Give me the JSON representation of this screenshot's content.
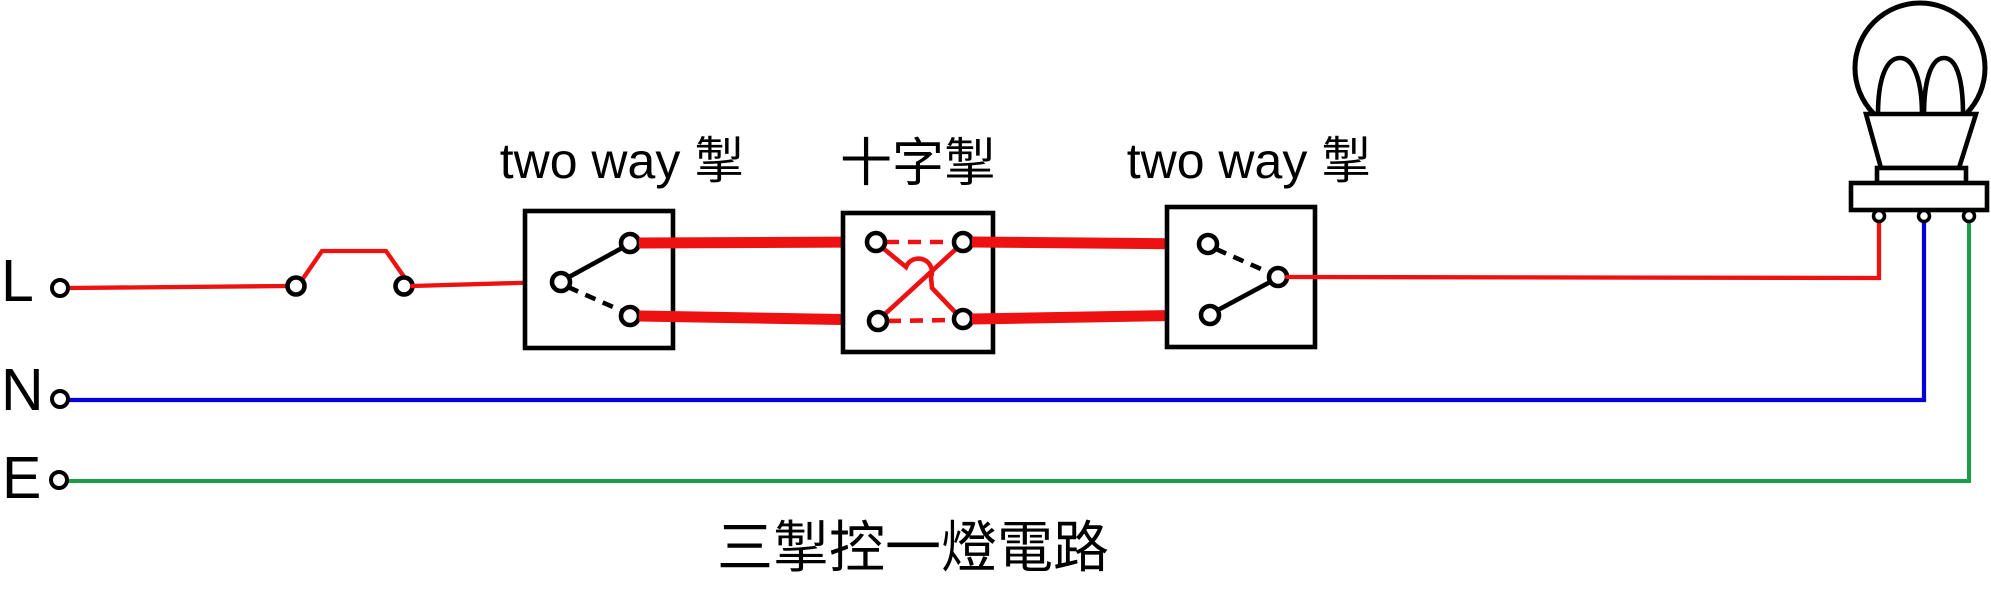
{
  "title": "三掣控一燈電路",
  "supply": {
    "live_label": "L",
    "neutral_label": "N",
    "earth_label": "E"
  },
  "switches": [
    {
      "label": "two way 掣",
      "type": "two-way"
    },
    {
      "label": "十字掣",
      "type": "intermediate-cross"
    },
    {
      "label": "two way 掣",
      "type": "two-way"
    }
  ],
  "icons": {
    "lamp": "light-bulb-icon",
    "fuse": "fuse-link-icon"
  },
  "colors": {
    "live": "#ee1111",
    "neutral": "#0000e0",
    "earth": "#189e48",
    "outline": "#000000",
    "background": "#ffffff"
  }
}
